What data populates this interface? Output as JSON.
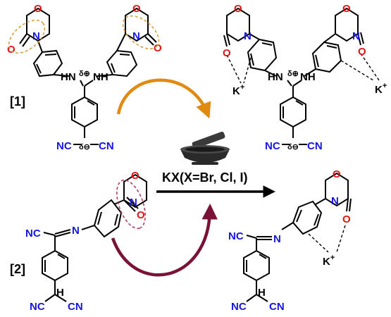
{
  "labels": {
    "compound1": "[1]",
    "compound2": "[2]",
    "reagent": "KX(X=Br, Cl, I)",
    "cation": "K",
    "cation_charge": "+"
  },
  "atoms": {
    "N": "N",
    "O": "O",
    "HN": "HN",
    "NH": "NH",
    "NC": "NC",
    "CN": "CN",
    "H": "H",
    "delta_plus": "δ⊕",
    "delta_minus": "δ⊖"
  },
  "colors": {
    "nitrogen": "#1515e0",
    "oxygen": "#e01515",
    "bond": "#000000",
    "orange_arrow": "#e08a12",
    "orange_ellipse": "#d9a040",
    "crimson_arrow": "#7a1238",
    "crimson_ellipse": "#b04060",
    "reaction_arrow": "#000000"
  },
  "icons": {
    "mortar": "mortar-and-pestle-icon"
  }
}
